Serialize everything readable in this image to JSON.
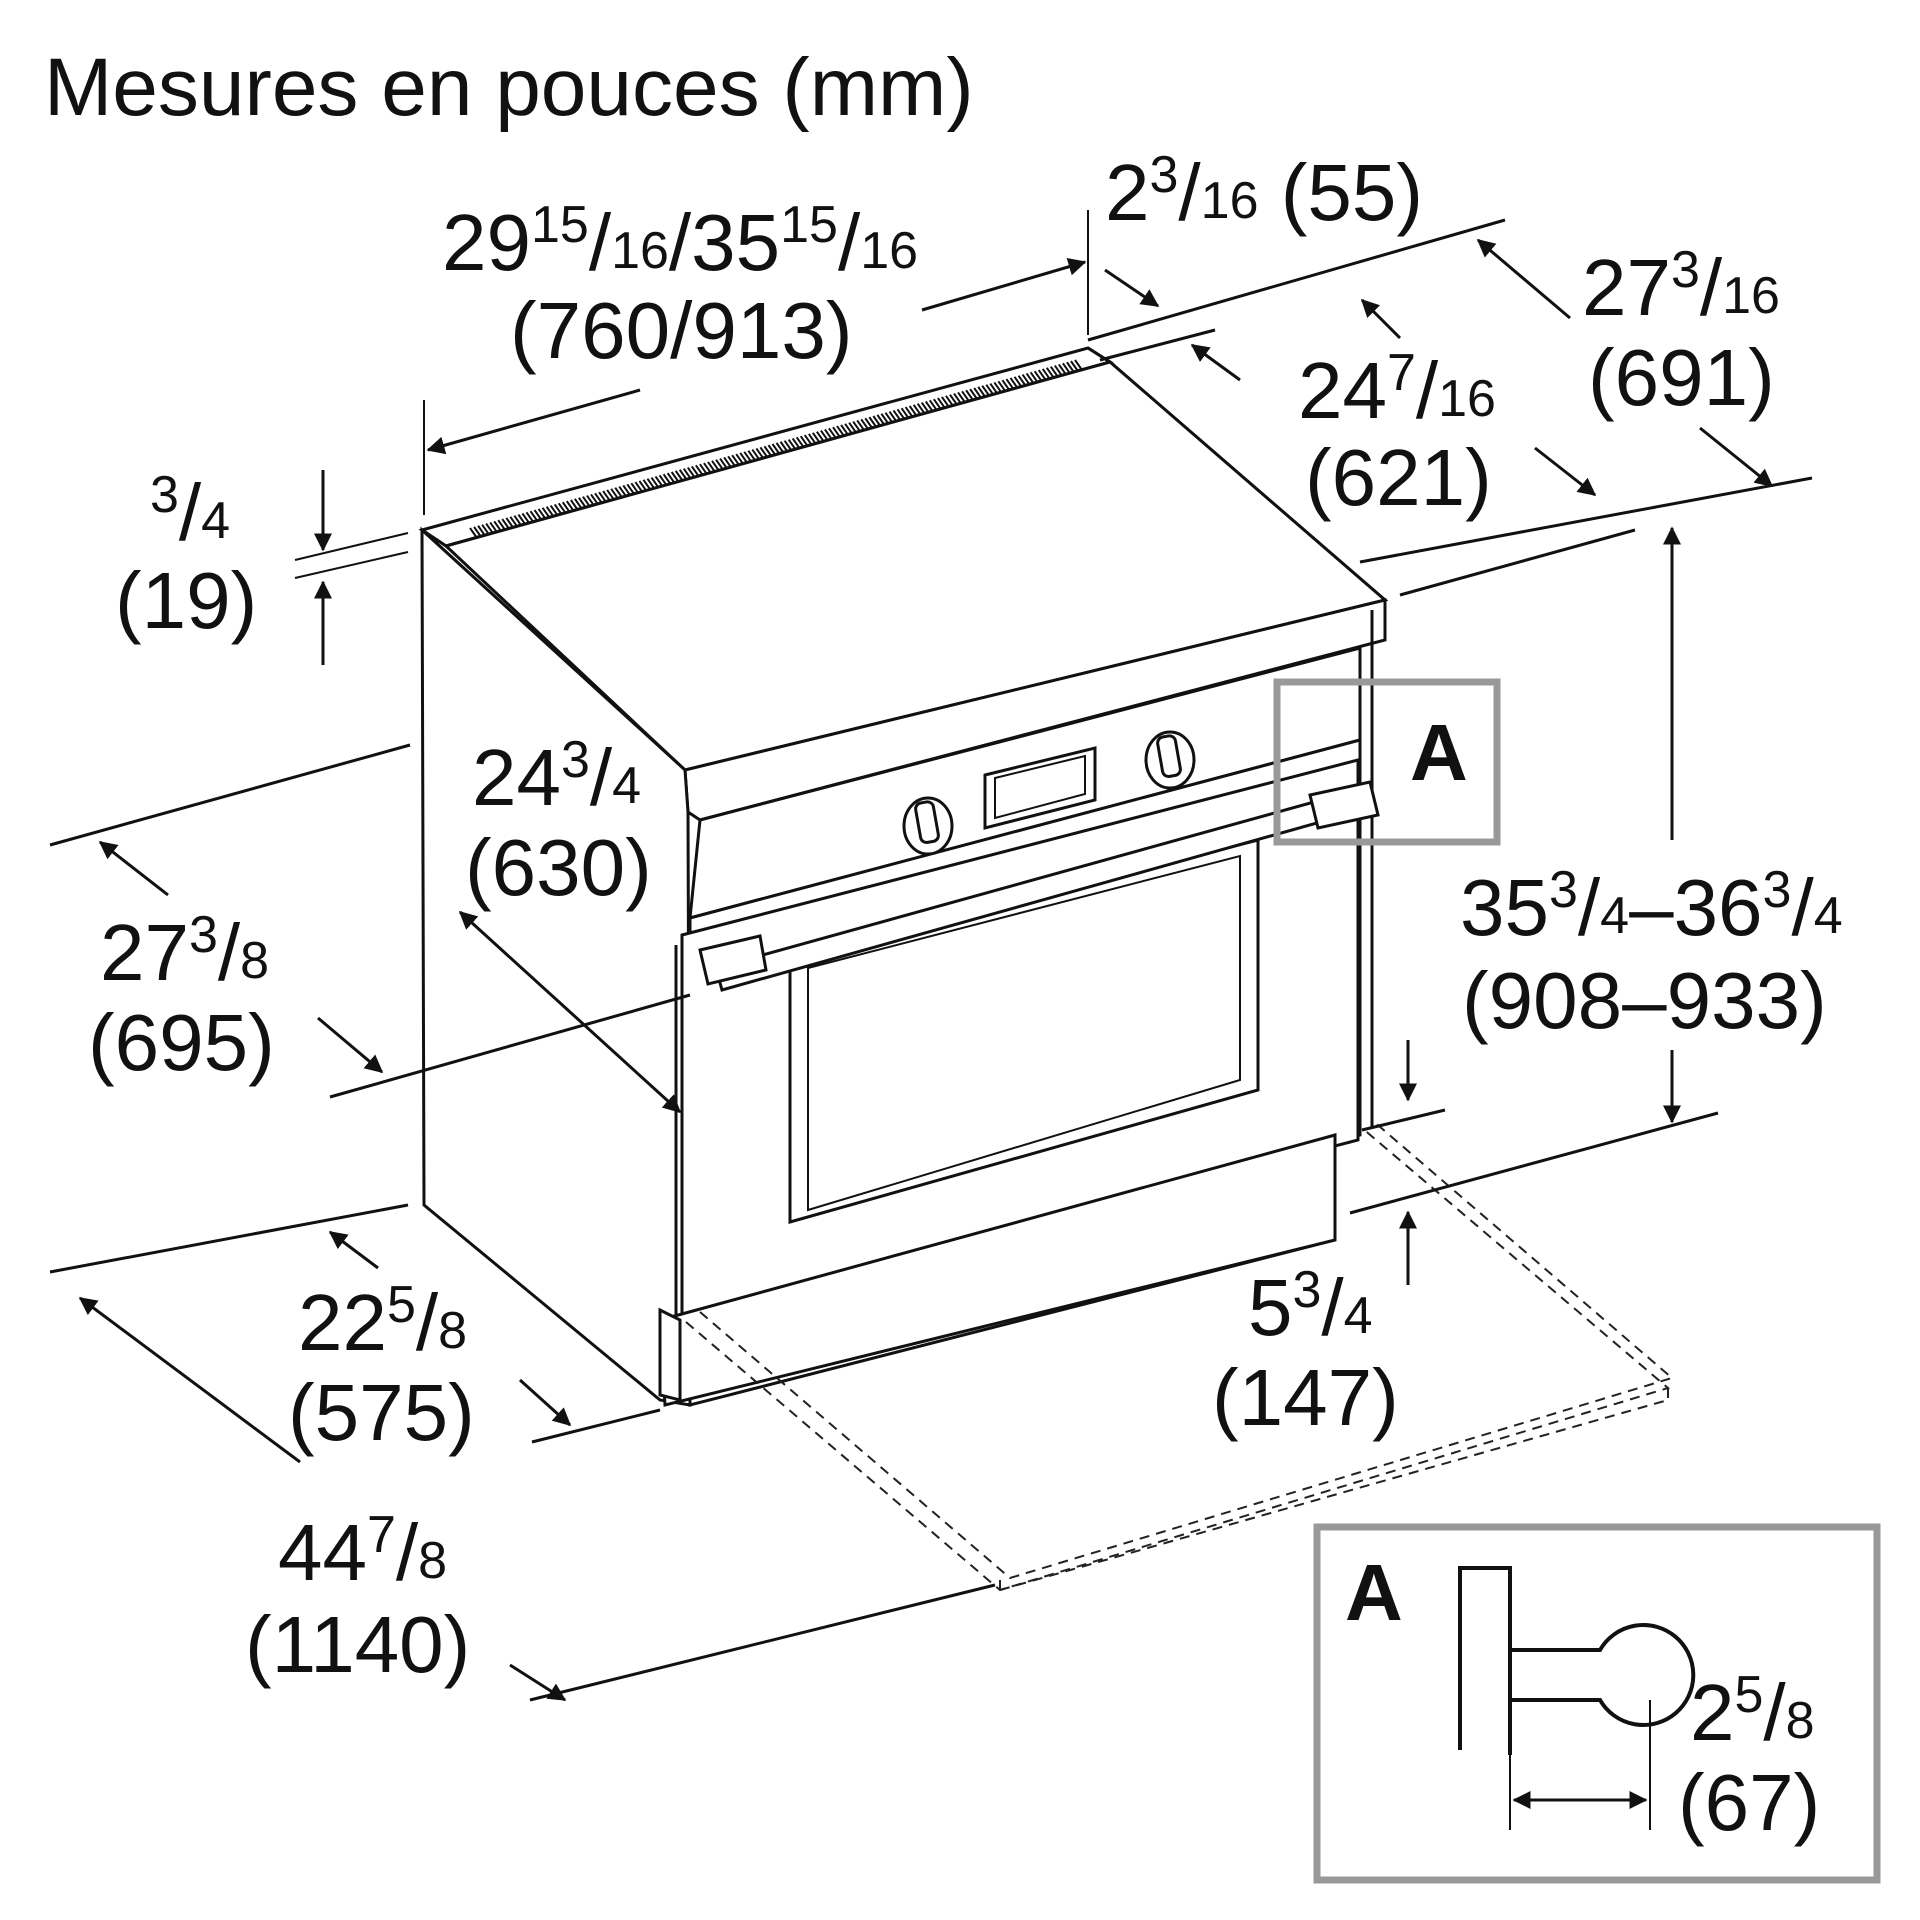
{
  "title": "Mesures en pouces (mm)",
  "detail_label": "A",
  "dimensions": {
    "overall_width": {
      "top": "29",
      "sup": "15",
      "mid": "/",
      "sub": "16",
      "sep": "/",
      "top2": "35",
      "sup2": "15",
      "mid2": "/",
      "sub2": "16",
      "mm": "(760/913)"
    },
    "backguard_depth": {
      "top": "2",
      "sup": "3",
      "mid": "/",
      "sub": "16",
      "mm": "(55)"
    },
    "top_depth": {
      "top": "27",
      "sup": "3",
      "mid": "/",
      "sub": "16",
      "mm": "(691)"
    },
    "cooktop_depth": {
      "top": "24",
      "sup": "7",
      "mid": "/",
      "sub": "16",
      "mm": "(621)"
    },
    "backguard_height": {
      "sup": "3",
      "mid": "/",
      "sub": "4",
      "mm": "(19)"
    },
    "body_depth": {
      "top": "24",
      "sup": "3",
      "mid": "/",
      "sub": "4",
      "mm": "(630)"
    },
    "side_depth": {
      "top": "27",
      "sup": "3",
      "mid": "/",
      "sub": "8",
      "mm": "(695)"
    },
    "overall_height": {
      "top": "35",
      "sup": "3",
      "mid": "/",
      "sub": "4",
      "dash": "–",
      "top2": "36",
      "sup2": "3",
      "mid2": "/",
      "sub2": "4",
      "mm": "(908–933)"
    },
    "toe_kick_height": {
      "top": "5",
      "sup": "3",
      "mid": "/",
      "sub": "4",
      "mm": "(147)"
    },
    "base_depth": {
      "top": "22",
      "sup": "5",
      "mid": "/",
      "sub": "8",
      "mm": "(575)"
    },
    "door_open_depth": {
      "top": "44",
      "sup": "7",
      "mid": "/",
      "sub": "8",
      "mm": "(1140)"
    },
    "handle_projection": {
      "top": "2",
      "sup": "5",
      "mid": "/",
      "sub": "8",
      "mm": "(67)"
    }
  },
  "colors": {
    "line": "#111111",
    "detail_box": "#999999",
    "background": "#ffffff"
  }
}
